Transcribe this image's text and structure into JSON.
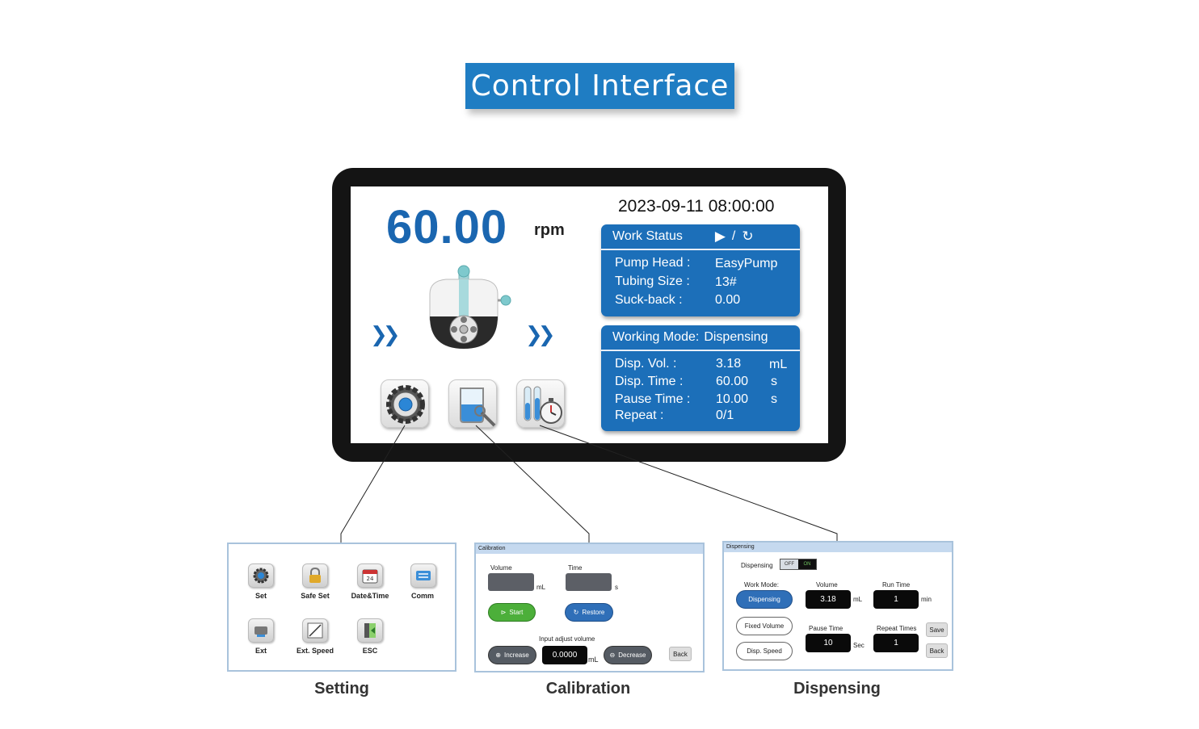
{
  "title": "Control Interface",
  "main_screen": {
    "speed_value": "60.00",
    "speed_unit": "rpm",
    "datetime": "2023-09-11  08:00:00",
    "work_status": {
      "header": "Work Status",
      "play_symbol": "▶",
      "separator": "/",
      "repeat_symbol": "↻",
      "rows": [
        {
          "label": "Pump Head :",
          "value": "EasyPump"
        },
        {
          "label": "Tubing Size :",
          "value": "13#"
        },
        {
          "label": "Suck-back :",
          "value": "0.00"
        }
      ]
    },
    "working_mode": {
      "header_label": "Working Mode:",
      "header_value": "Dispensing",
      "rows": [
        {
          "label": "Disp. Vol.  :",
          "value": "3.18",
          "unit": "mL"
        },
        {
          "label": "Disp. Time :",
          "value": "60.00",
          "unit": "s"
        },
        {
          "label": "Pause Time :",
          "value": "10.00",
          "unit": "s"
        },
        {
          "label": "Repeat  :",
          "value": "0/1",
          "unit": ""
        }
      ]
    },
    "chevrons": "❯❯"
  },
  "setting": {
    "caption": "Setting",
    "items": [
      {
        "label": "Set",
        "icon": "gear-icon"
      },
      {
        "label": "Safe Set",
        "icon": "lock-icon"
      },
      {
        "label": "Date&Time",
        "icon": "calendar-icon"
      },
      {
        "label": "Comm",
        "icon": "communication-icon"
      },
      {
        "label": "Ext",
        "icon": "external-icon"
      },
      {
        "label": "Ext. Speed",
        "icon": "speed-graph-icon"
      },
      {
        "label": "ESC",
        "icon": "exit-icon"
      }
    ]
  },
  "calibration": {
    "caption": "Calibration",
    "header": "Calibration",
    "volume_label": "Volume",
    "volume_unit": "mL",
    "time_label": "Time",
    "time_unit": "s",
    "start_label": "Start",
    "restore_label": "Restore",
    "input_adjust_label": "Input adjust volume",
    "increase_label": "Increase",
    "adjust_value": "0.0000",
    "adjust_unit": "mL",
    "decrease_label": "Decrease",
    "back_label": "Back"
  },
  "dispensing": {
    "caption": "Dispensing",
    "header": "Dispensing",
    "dispensing_label": "Dispensing",
    "toggle_off": "OFF",
    "toggle_on": "ON",
    "work_mode_label": "Work Mode:",
    "modes": [
      "Dispensing",
      "Fixed Volume",
      "Disp. Speed"
    ],
    "volume_label": "Volume",
    "volume_value": "3.18",
    "volume_unit": "mL",
    "run_time_label": "Run Time",
    "run_time_value": "1",
    "run_time_unit": "min",
    "pause_time_label": "Pause Time",
    "pause_time_value": "10",
    "pause_time_unit": "Sec",
    "repeat_label": "Repeat Times",
    "repeat_value": "1",
    "save_label": "Save",
    "back_label": "Back"
  },
  "colors": {
    "brand_blue": "#1f7dc3",
    "panel_blue": "#1c6fb9",
    "start_green": "#4caf3a",
    "restore_blue": "#2f6fb8"
  }
}
